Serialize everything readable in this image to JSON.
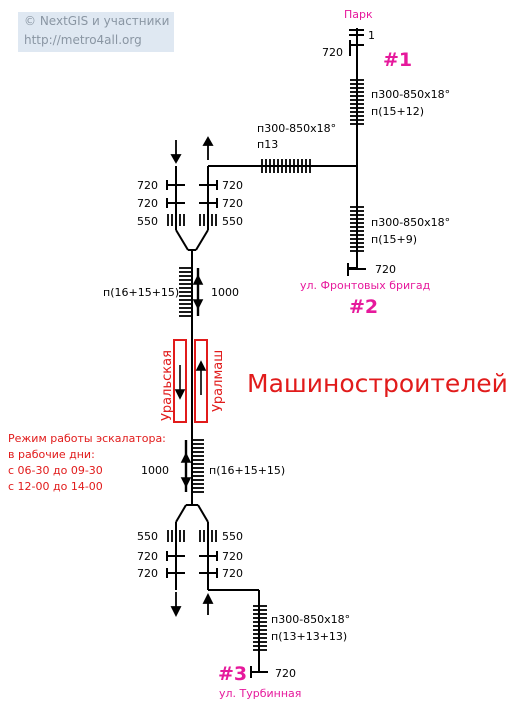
{
  "attribution": {
    "line1": "© NextGIS и участники",
    "line2": "http://metro4all.org"
  },
  "station_name": "Машиностроителей",
  "exits": {
    "exit1": {
      "number": "#1",
      "label": "Парк",
      "steps": "1",
      "width": "720",
      "stairs_1": "п300-850х18°",
      "stairs_2": "п(15+12)"
    },
    "exit2": {
      "number": "#2",
      "label": "ул. Фронтовых бригад",
      "width": "720",
      "stairs_1": "п300-850х18°",
      "stairs_2": "п(15+9)"
    },
    "exit3": {
      "number": "#3",
      "label": "ул. Турбинная",
      "width": "720",
      "stairs_1": "п300-850х18°",
      "stairs_2": "п(13+13+13)"
    }
  },
  "passage": {
    "stairs_1": "п300-850х18°",
    "stairs_2": "п13"
  },
  "vestibule_top": {
    "w1": "720",
    "w2": "720",
    "w3": "550"
  },
  "vestibule_bottom": {
    "w1": "550",
    "w2": "720",
    "w3": "720"
  },
  "escalator_top": {
    "label": "п(16+15+15)",
    "width": "1000"
  },
  "escalator_bottom": {
    "label": "п(16+15+15)",
    "width": "1000"
  },
  "platform": {
    "left": "Уральская",
    "right": "Уралмаш"
  },
  "escalator_schedule": {
    "line1": "Режим работы эскалатора:",
    "line2": "в рабочие дни:",
    "line3": "с 06-30 до 09-30",
    "line4": "с 12-00 до 14-00"
  },
  "colors": {
    "accent": "#e6199c",
    "red": "#e11b1b",
    "line": "#000000"
  }
}
